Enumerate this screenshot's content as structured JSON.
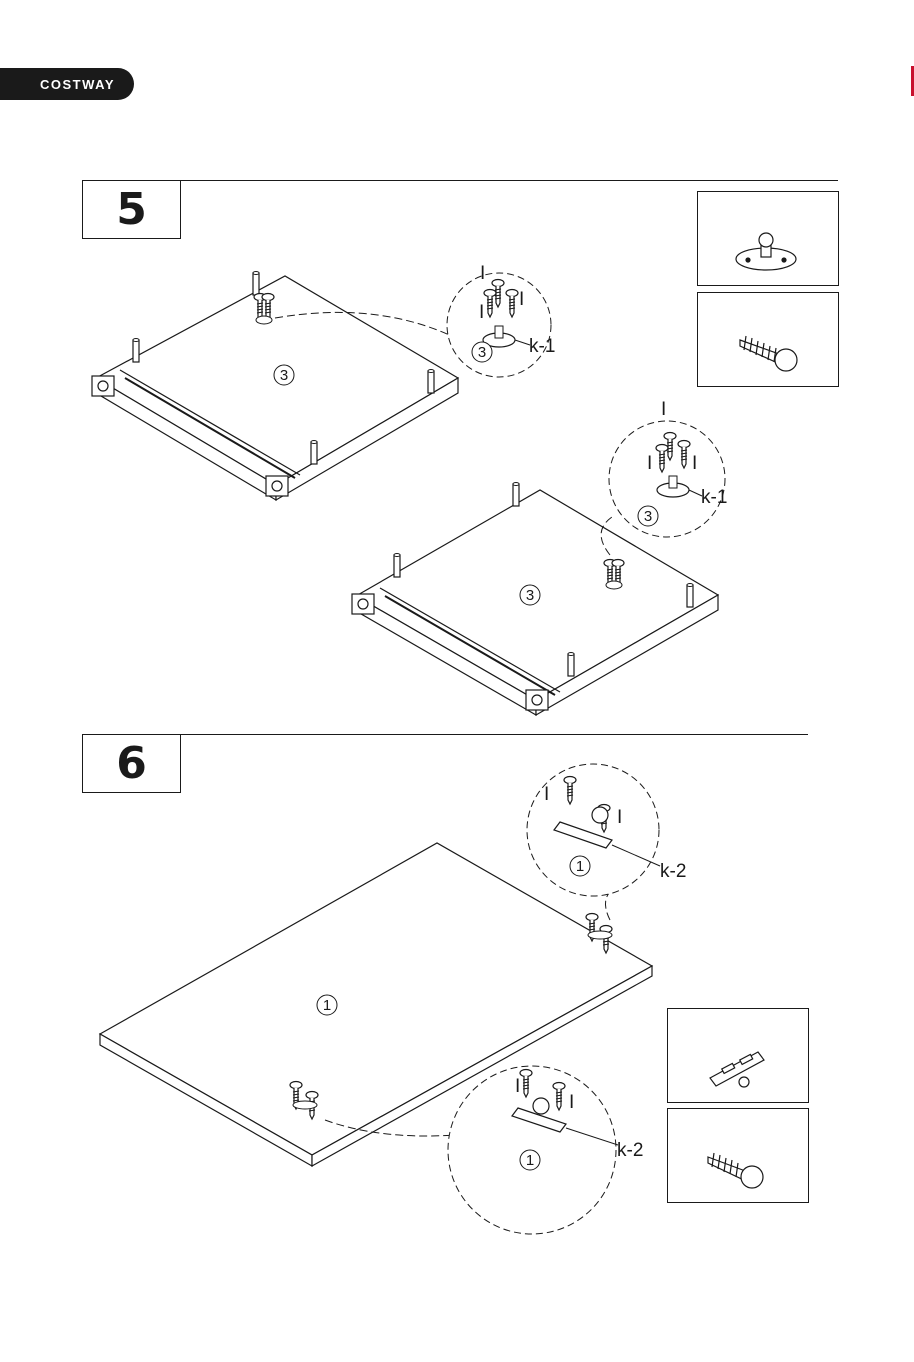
{
  "brand": {
    "name": "COSTWAY",
    "accent": "#c8102e",
    "bar_color": "#1a1a1a"
  },
  "steps": [
    {
      "number": "5"
    },
    {
      "number": "6"
    }
  ],
  "labels": {
    "part_3": "3",
    "part_1": "1",
    "screw": "I",
    "k1": "k-1",
    "k2": "k-2"
  },
  "icons": {
    "k1_part": "ball-stud-plate-icon",
    "k2_part": "slotted-bracket-icon",
    "screw_part": "screw-icon"
  }
}
